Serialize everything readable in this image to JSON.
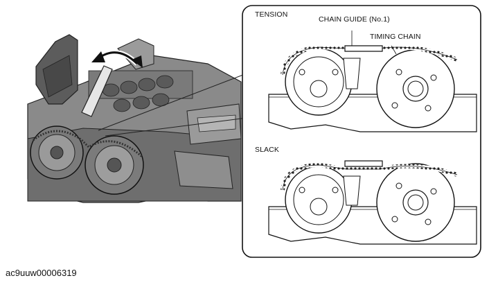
{
  "figure": {
    "detail_labels": {
      "tension": "TENSION",
      "slack": "SLACK",
      "chain_guide": "CHAIN GUIDE (No.1)",
      "timing_chain": "TIMING CHAIN"
    },
    "caption": "ac9uuw00006319"
  }
}
